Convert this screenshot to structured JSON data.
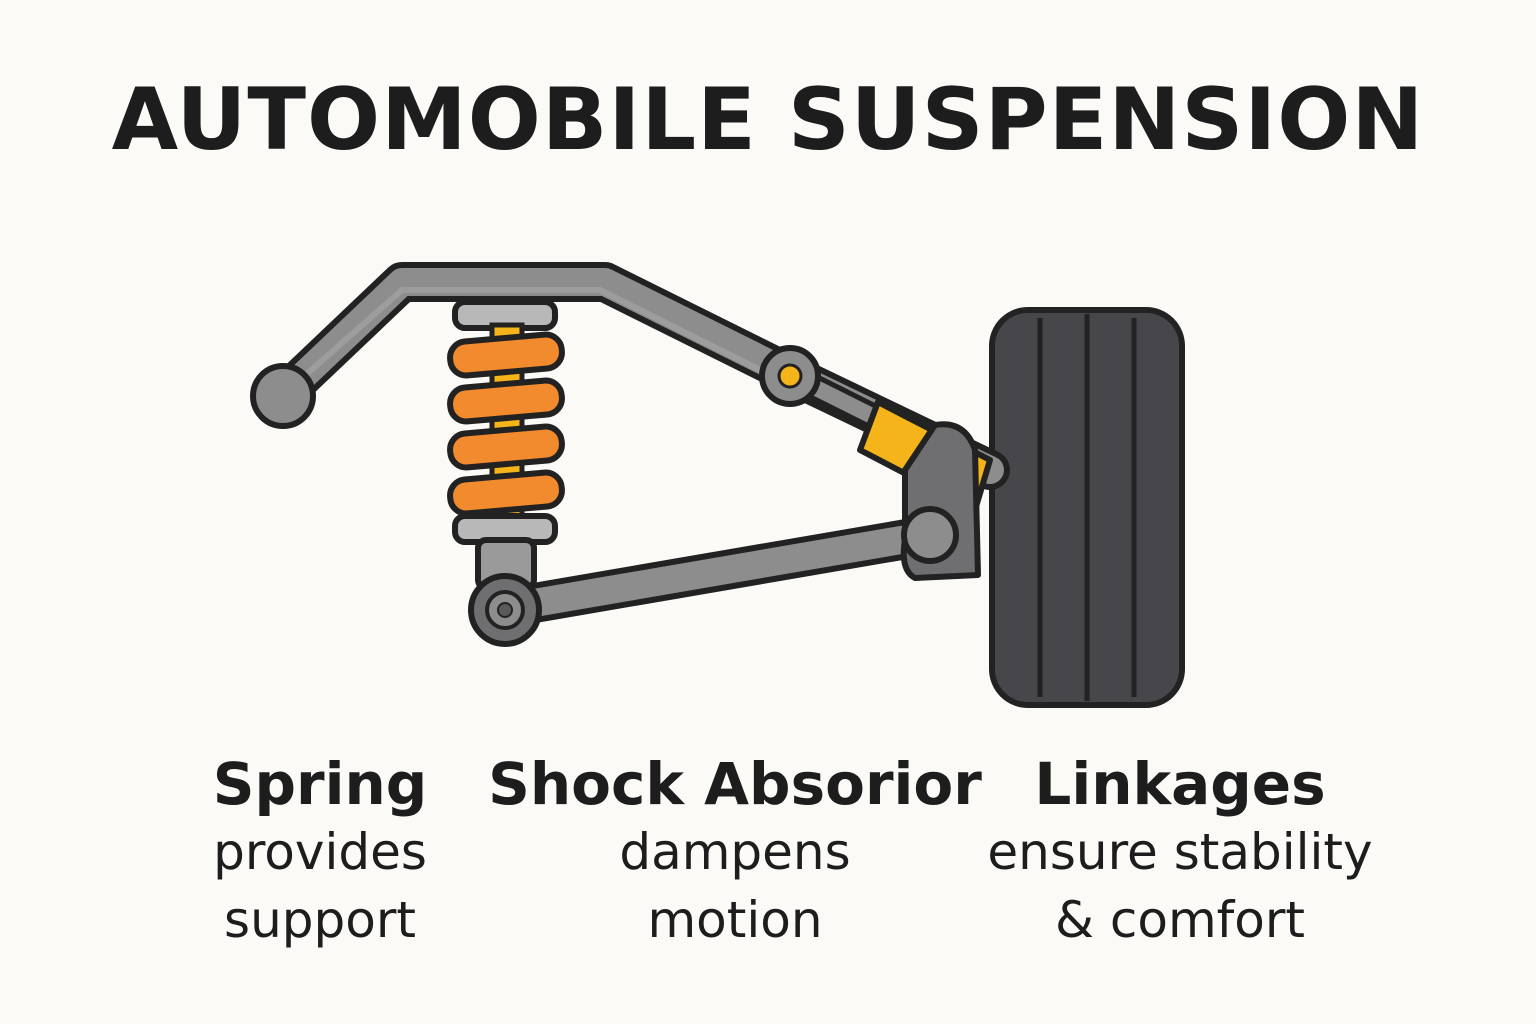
{
  "title": "AUTOMOBILE SUSPENSION",
  "colors": {
    "background": "#fbfaf7",
    "outline": "#222222",
    "arm": "#8d8d8d",
    "spring": "#f28a2e",
    "damper": "#f5b41a",
    "tire": "#47474b",
    "hub": "#6f6f72"
  },
  "components": [
    {
      "name": "Spring",
      "description": "provides\nsupport"
    },
    {
      "name": "Shock Absorior",
      "description": "dampens\nmotion"
    },
    {
      "name": "Linkages",
      "description": "ensure stability\n& comfort"
    }
  ]
}
